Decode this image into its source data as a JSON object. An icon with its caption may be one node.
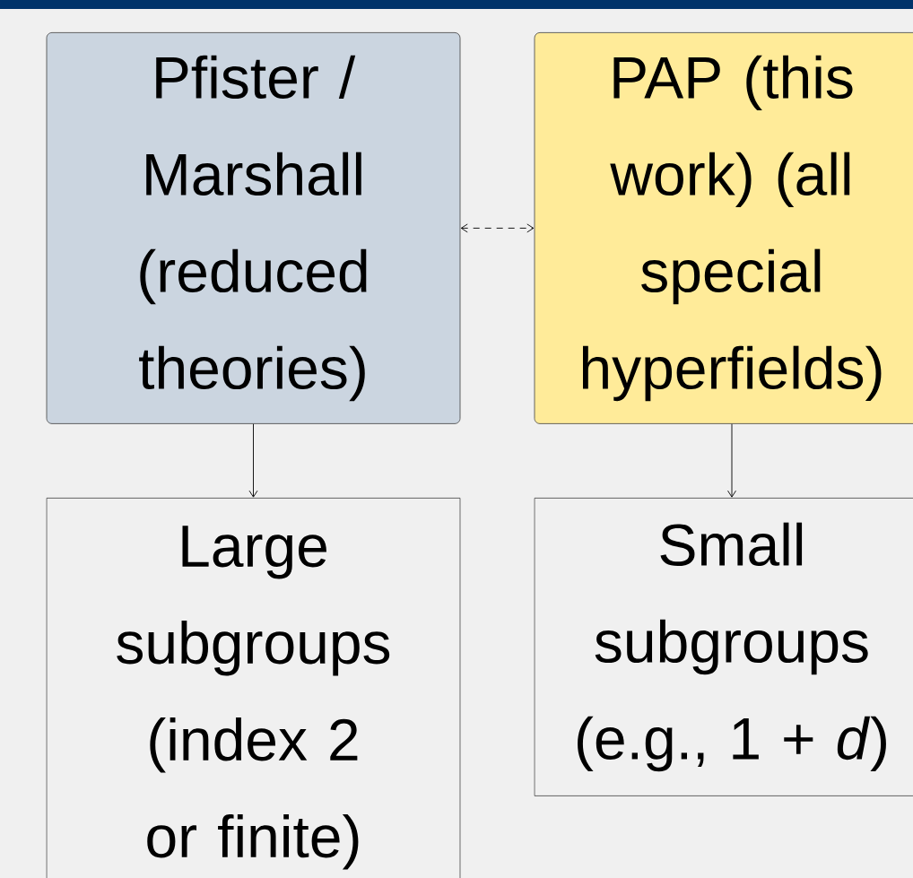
{
  "diagram": {
    "nodes": [
      {
        "text": [
          "Pfister / Marshall (reduced theories)"
        ]
      },
      {
        "text": [
          "PAP (this work) (all special hyperfields)"
        ]
      },
      {
        "text": [
          "Large subgroups (index 2 or finite)"
        ]
      },
      {
        "text": [
          "Small subgroups (e.g., 1 + *d*)"
        ]
      }
    ],
    "edges": [
      {
        "from": 0,
        "to": 2,
        "arrow": "to"
      },
      {
        "from": 1,
        "to": 3,
        "arrow": "to"
      },
      {
        "from": 0,
        "to": 1,
        "arrow": "both",
        "style": "dashed"
      }
    ]
  }
}
